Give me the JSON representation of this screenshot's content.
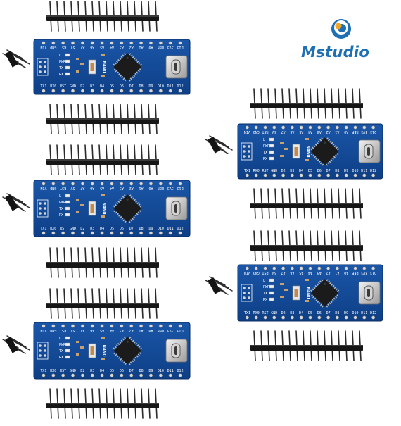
{
  "brand": {
    "name": "Mstudio",
    "logo_icon": "eye-swirl-logo-icon",
    "color": "#1f6fb3",
    "accent": "#f5a623"
  },
  "board": {
    "model_label": "NANO",
    "top_pins": [
      "VIN",
      "GND",
      "RST",
      "5V",
      "A7",
      "A6",
      "A5",
      "A4",
      "A3",
      "A2",
      "A1",
      "A0",
      "REF",
      "3V3",
      "D13"
    ],
    "bottom_pins": [
      "TX1",
      "RX0",
      "RST",
      "GND",
      "D2",
      "D3",
      "D4",
      "D5",
      "D6",
      "D7",
      "D8",
      "D9",
      "D10",
      "D11",
      "D12"
    ],
    "led_labels": [
      "L",
      "PWR",
      "TX",
      "RX"
    ],
    "pcb_color": "#0e3f86",
    "connector": "usb-c-connector-icon"
  },
  "kit": {
    "boards": 5,
    "header_strips": 10,
    "icsp_headers": 5
  }
}
